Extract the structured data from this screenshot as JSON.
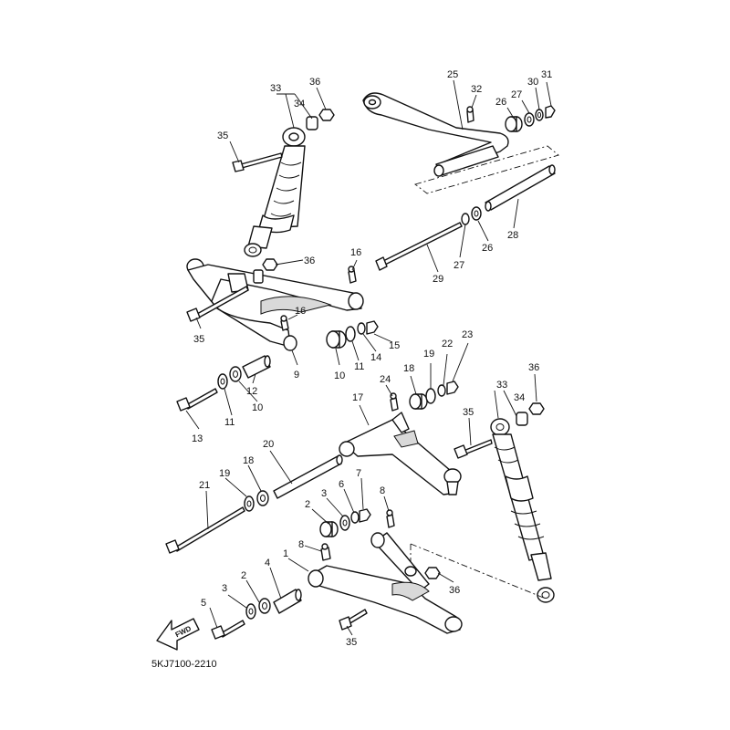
{
  "diagram": {
    "code": "5KJ7100-2210",
    "fwd_label": "FWD",
    "callouts": {
      "c1": "1",
      "c2a": "2",
      "c2b": "2",
      "c3a": "3",
      "c3b": "3",
      "c4": "4",
      "c5": "5",
      "c6": "6",
      "c7": "7",
      "c8a": "8",
      "c8b": "8",
      "c9": "9",
      "c10a": "10",
      "c10b": "10",
      "c11a": "11",
      "c11b": "11",
      "c12": "12",
      "c13": "13",
      "c14": "14",
      "c15": "15",
      "c16a": "16",
      "c16b": "16",
      "c17": "17",
      "c18a": "18",
      "c18b": "18",
      "c19a": "19",
      "c19b": "19",
      "c20": "20",
      "c21": "21",
      "c22": "22",
      "c23": "23",
      "c24": "24",
      "c25": "25",
      "c26a": "26",
      "c26b": "26",
      "c27a": "27",
      "c27b": "27",
      "c28": "28",
      "c29": "29",
      "c30": "30",
      "c31": "31",
      "c32": "32",
      "c33a": "33",
      "c33b": "33",
      "c34a": "34",
      "c34b": "34",
      "c35a": "35",
      "c35b": "35",
      "c35c": "35",
      "c35d": "35",
      "c36a": "36",
      "c36b": "36",
      "c36c": "36",
      "c36d": "36"
    }
  }
}
